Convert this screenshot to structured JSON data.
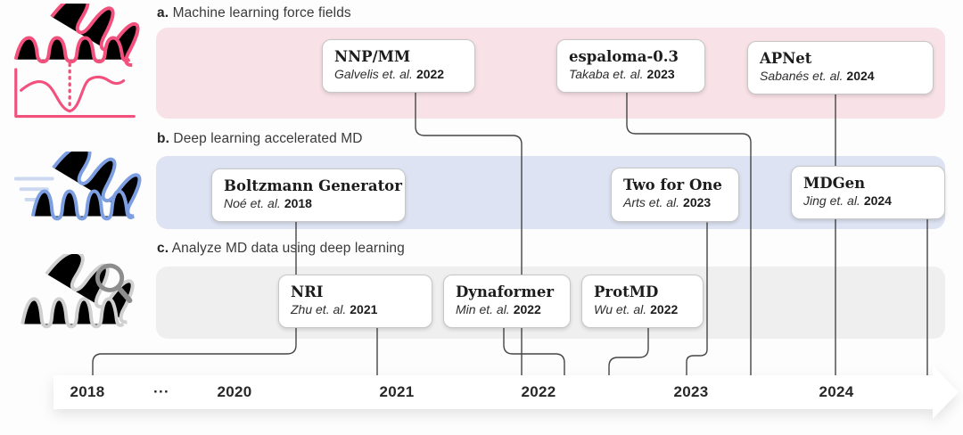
{
  "sections": [
    {
      "prefix": "a.",
      "label": "Machine learning force fields",
      "band_color": "#f8e2e8",
      "icon": "energy-landscape-helix-icon",
      "icon_color": "#f2517e",
      "cards": [
        {
          "title": "NNP/MM",
          "authors": "Galvelis et. al.",
          "year": "2022"
        },
        {
          "title": "espaloma-0.3",
          "authors": "Takaba et. al.",
          "year": "2023"
        },
        {
          "title": "APNet",
          "authors": "Sabanés et. al.",
          "year": "2024"
        }
      ]
    },
    {
      "prefix": "b.",
      "label": "Deep learning accelerated MD",
      "band_color": "#dde3f2",
      "icon": "accelerated-helix-icon",
      "icon_color": "#7d9fe2",
      "cards": [
        {
          "title": "Boltzmann Generator",
          "authors": "Noé et. al.",
          "year": "2018"
        },
        {
          "title": "Two for One",
          "authors": "Arts et. al.",
          "year": "2023"
        },
        {
          "title": "MDGen",
          "authors": "Jing et. al.",
          "year": "2024"
        }
      ]
    },
    {
      "prefix": "c.",
      "label": "Analyze MD data using deep learning",
      "band_color": "#efefef",
      "icon": "magnifier-helix-icon",
      "icon_color": "#d0d0d0",
      "cards": [
        {
          "title": "NRI",
          "authors": "Zhu et. al.",
          "year": "2021"
        },
        {
          "title": "Dynaformer",
          "authors": "Min et. al.",
          "year": "2022"
        },
        {
          "title": "ProtMD",
          "authors": "Wu et. al.",
          "year": "2022"
        }
      ]
    }
  ],
  "timeline": {
    "years": [
      "2018",
      "···",
      "2020",
      "2021",
      "2022",
      "2023",
      "2024"
    ]
  },
  "colors": {
    "connector": "#454545",
    "timeline_fill": "#ffffff",
    "speed_lines": "#ccd7f0",
    "magnifier": "#8d8d8d"
  }
}
